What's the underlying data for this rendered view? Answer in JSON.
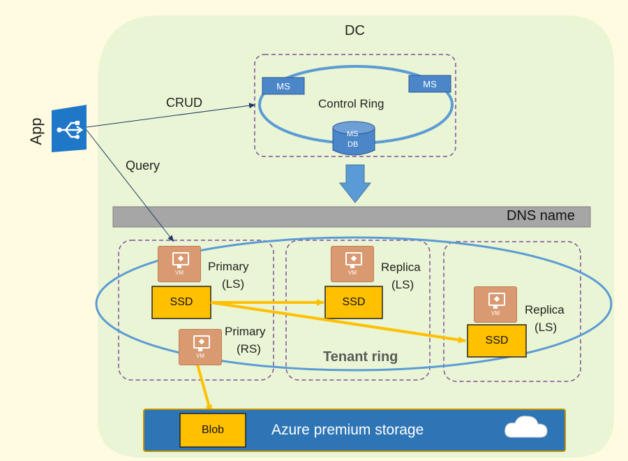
{
  "dc_label": "DC",
  "app": {
    "label": "App",
    "icon": "usb-share-icon"
  },
  "edges": {
    "crud": "CRUD",
    "query": "Query"
  },
  "control_ring": {
    "label": "Control Ring",
    "ms_left": "MS",
    "ms_right": "MS",
    "db_line1": "MS",
    "db_line2": "DB"
  },
  "dns": {
    "label": "DNS name"
  },
  "tenant_ring": {
    "label": "Tenant ring"
  },
  "nodes": {
    "primary_ls": {
      "line1": "Primary",
      "line2": "(LS)",
      "ssd": "SSD",
      "vm": "VM"
    },
    "primary_rs": {
      "line1": "Primary",
      "line2": "(RS)",
      "vm": "VM"
    },
    "replica_1": {
      "line1": "Replica",
      "line2": "(LS)",
      "ssd": "SSD",
      "vm": "VM"
    },
    "replica_2": {
      "line1": "Replica",
      "line2": "(LS)",
      "ssd": "SSD",
      "vm": "VM"
    }
  },
  "storage": {
    "label": "Azure premium storage",
    "blob": "Blob",
    "icon": "cloud-icon"
  },
  "colors": {
    "dc_fill": "#e9f5d4",
    "ring_blue": "#5b9bd5",
    "ms_blue": "#4a86c8",
    "dashed_purple": "#7d4fa0",
    "dns_gray": "#a6a6a6",
    "ssd_yellow": "#ffc000",
    "vm_orange": "#d99a72",
    "storage_blue": "#2e75b6",
    "arrow_yellow": "#ffc000",
    "app_blue": "#1f77c8"
  }
}
